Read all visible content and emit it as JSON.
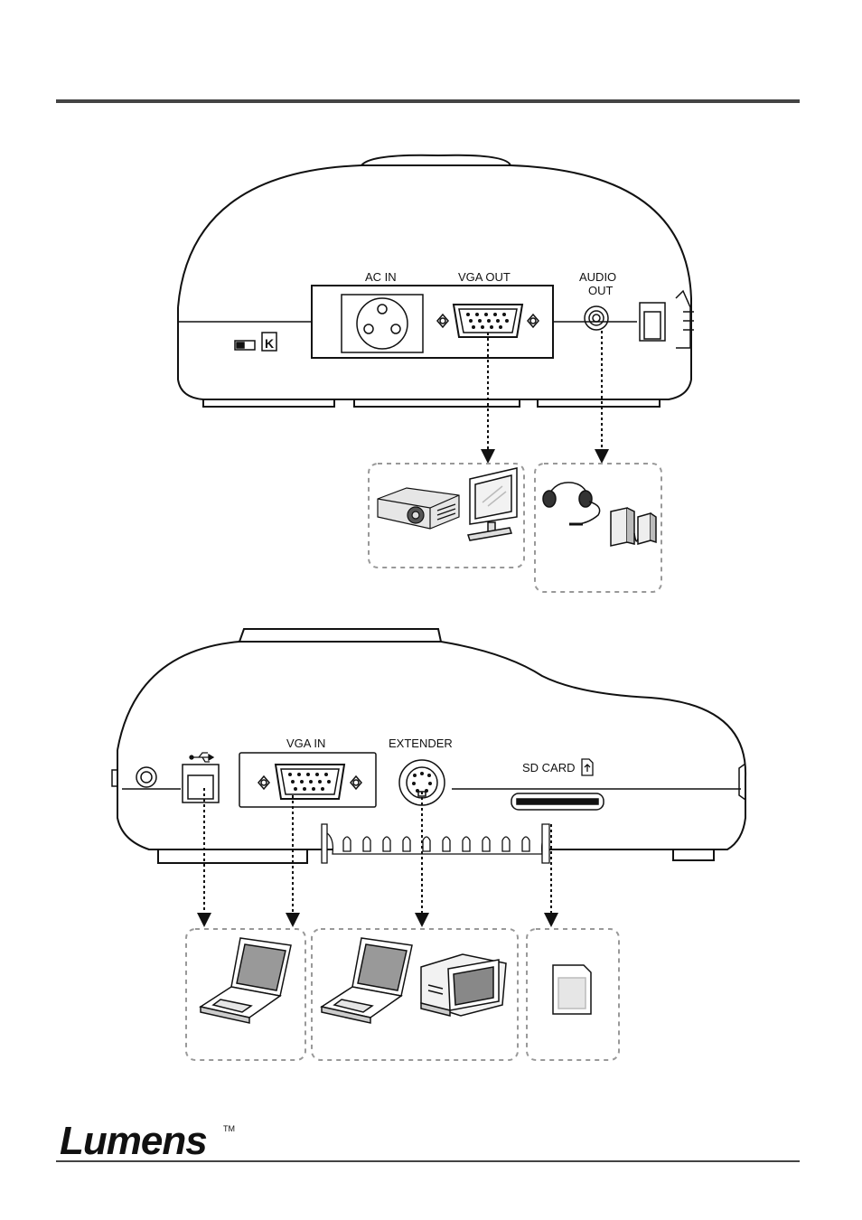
{
  "top_panel": {
    "ac_in_label": "AC IN",
    "vga_out_label": "VGA OUT",
    "audio_out_label_line1": "AUDIO",
    "audio_out_label_line2": "OUT"
  },
  "bottom_panel": {
    "vga_in_label": "VGA IN",
    "extender_label": "EXTENDER",
    "sd_card_label": "SD CARD"
  },
  "footer": {
    "brand": "Lumens",
    "trademark": "TM"
  }
}
